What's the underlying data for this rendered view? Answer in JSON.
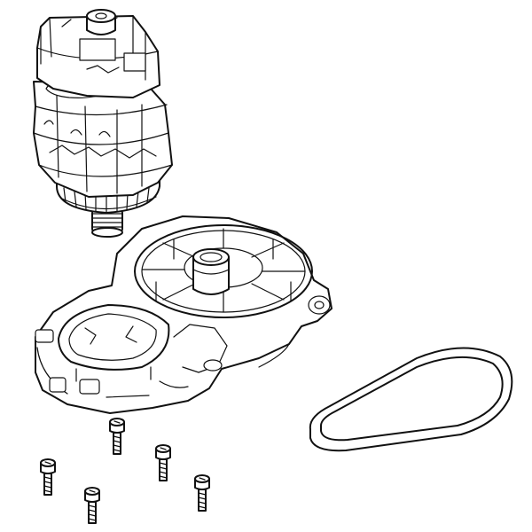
{
  "diagram": {
    "type": "exploded-parts-illustration",
    "colors": {
      "line": "#111111",
      "background": "#ffffff"
    },
    "parts": [
      {
        "id": "motor",
        "icon": "electric-motor-icon",
        "count": 1
      },
      {
        "id": "gear-housing",
        "icon": "gear-housing-plate-icon",
        "count": 1
      },
      {
        "id": "drive-belt",
        "icon": "drive-belt-icon",
        "count": 1
      },
      {
        "id": "screws",
        "icon": "screw-icon",
        "count": 5
      }
    ]
  }
}
